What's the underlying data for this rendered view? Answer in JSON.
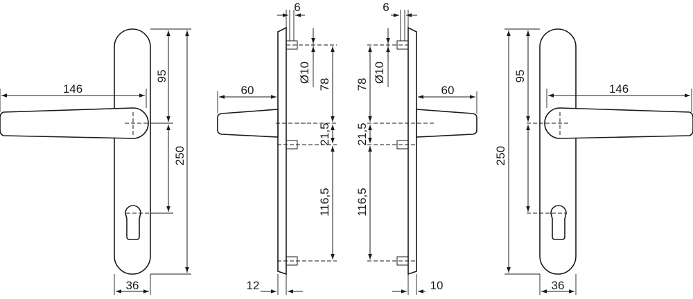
{
  "views": [
    {
      "name": "front-left",
      "dims": {
        "lever_length": "146",
        "top_to_axis": "95",
        "total_height": "250",
        "plate_width": "36"
      }
    },
    {
      "name": "side-left",
      "dims": {
        "lever_projection": "60",
        "offset_top": "6",
        "spindle_dia": "Ø10",
        "screw_to_axis": "78",
        "axis_to_screw": "21,5",
        "screw_spacing": "116,5",
        "plate_thickness": "12"
      }
    },
    {
      "name": "side-right",
      "dims": {
        "lever_projection": "60",
        "offset_top": "6",
        "spindle_dia": "Ø10",
        "screw_to_axis": "78",
        "axis_to_screw": "21,5",
        "screw_spacing": "116,5",
        "plate_thickness": "10"
      }
    },
    {
      "name": "front-right",
      "dims": {
        "lever_length": "146",
        "top_to_axis": "95",
        "total_height": "250",
        "plate_width": "36"
      }
    }
  ]
}
